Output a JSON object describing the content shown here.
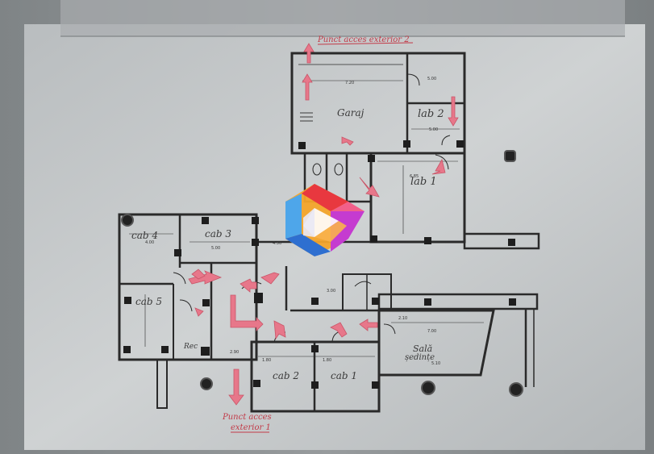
{
  "scene": {
    "description_free": true,
    "colors": {
      "background": "#8e9294",
      "paper": "#c9cccd",
      "wall": "#2a2a2a",
      "arrow": "#e7778a",
      "logo_orange": "#f7a21b",
      "logo_red": "#e8383f",
      "logo_blue": "#2e8fe0",
      "logo_magenta": "#c53bd0"
    }
  },
  "labels": {
    "exit2": "Punct acces exterior 2",
    "exit1_line1": "Punct acces",
    "exit1_line2": "exterior 1",
    "garaj": "Garaj",
    "lab2": "lab 2",
    "lab1": "lab 1",
    "cab4": "cab 4",
    "cab3": "cab 3",
    "cab5": "cab 5",
    "rec": "Rec",
    "cab2": "cab 2",
    "cab1": "cab 1",
    "sala_line1": "Sală",
    "sala_line2": "ședințe"
  },
  "dimensions": {
    "d1": "7.20",
    "d2": "5.00",
    "d3": "6.85",
    "d4": "5.00",
    "d5": "4.00",
    "d6": "5.00",
    "d7": "4.30",
    "d8": "7.00",
    "d9": "5.10",
    "d10": "1.80",
    "d11": "1.80",
    "d12": "2.10",
    "d13": "3.00",
    "d14": "2.90"
  }
}
